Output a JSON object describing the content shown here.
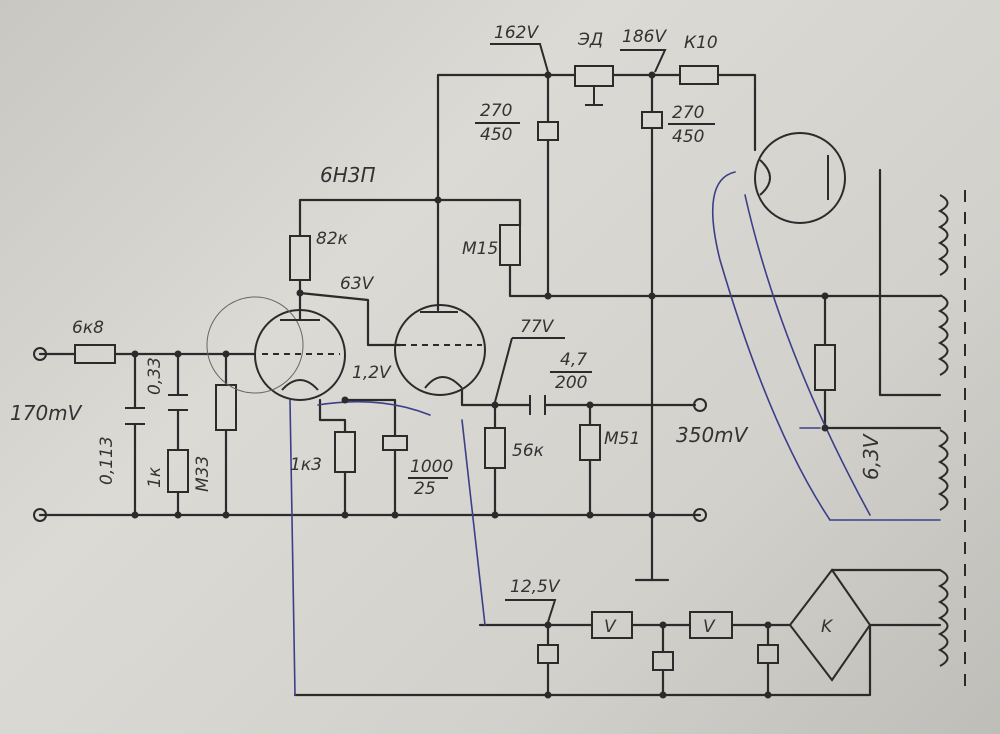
{
  "labels": {
    "tube_type": "6Н3П",
    "r_input": "6к8",
    "v_input": "170mV",
    "c_in1": "0,113",
    "c_in2": "0,33",
    "r_1k": "1к",
    "r_m33": "М33",
    "r_82k": "82к",
    "v_plate1": "63V",
    "v_cathode": "1,2V",
    "r_1k3": "1к3",
    "c_cath_top": "1000",
    "c_cath_bot": "25",
    "r_m15": "М15",
    "c_mid_top": "270",
    "c_mid_bot": "450",
    "c_right_top": "270",
    "c_right_bot": "450",
    "v_162": "162V",
    "choke": "ЭД",
    "v_186": "186V",
    "r_k10": "К10",
    "v_77": "77V",
    "c_out_top": "4,7",
    "c_out_bot": "200",
    "r_56k": "56к",
    "r_m51": "М51",
    "v_output": "350mV",
    "v_heater": "6,3V",
    "v_reg": "12,5V",
    "reg1": "V",
    "reg2": "V",
    "bridge": "K"
  }
}
